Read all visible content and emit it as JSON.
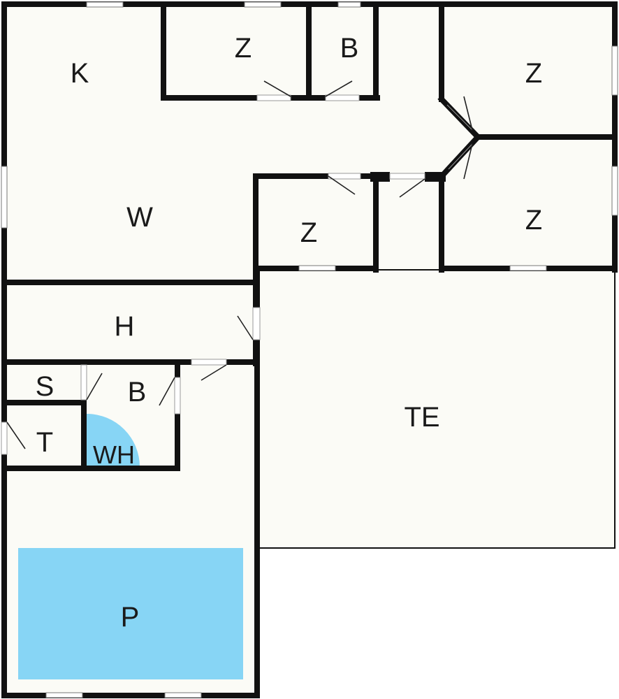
{
  "colors": {
    "floor": "#fbfbf6",
    "wall": "#111111",
    "water": "#87d5f5",
    "background": "#ffffff"
  },
  "rooms": {
    "kitchen": "K",
    "living": "W",
    "bedroom_top_left": "Z",
    "bath_top": "B",
    "bedroom_top_right": "Z",
    "bedroom_middle": "Z",
    "bedroom_right": "Z",
    "hall": "H",
    "storage": "S",
    "toilet": "T",
    "bath_bottom": "B",
    "whirlpool": "WH",
    "terrace": "TE",
    "pool": "P"
  }
}
